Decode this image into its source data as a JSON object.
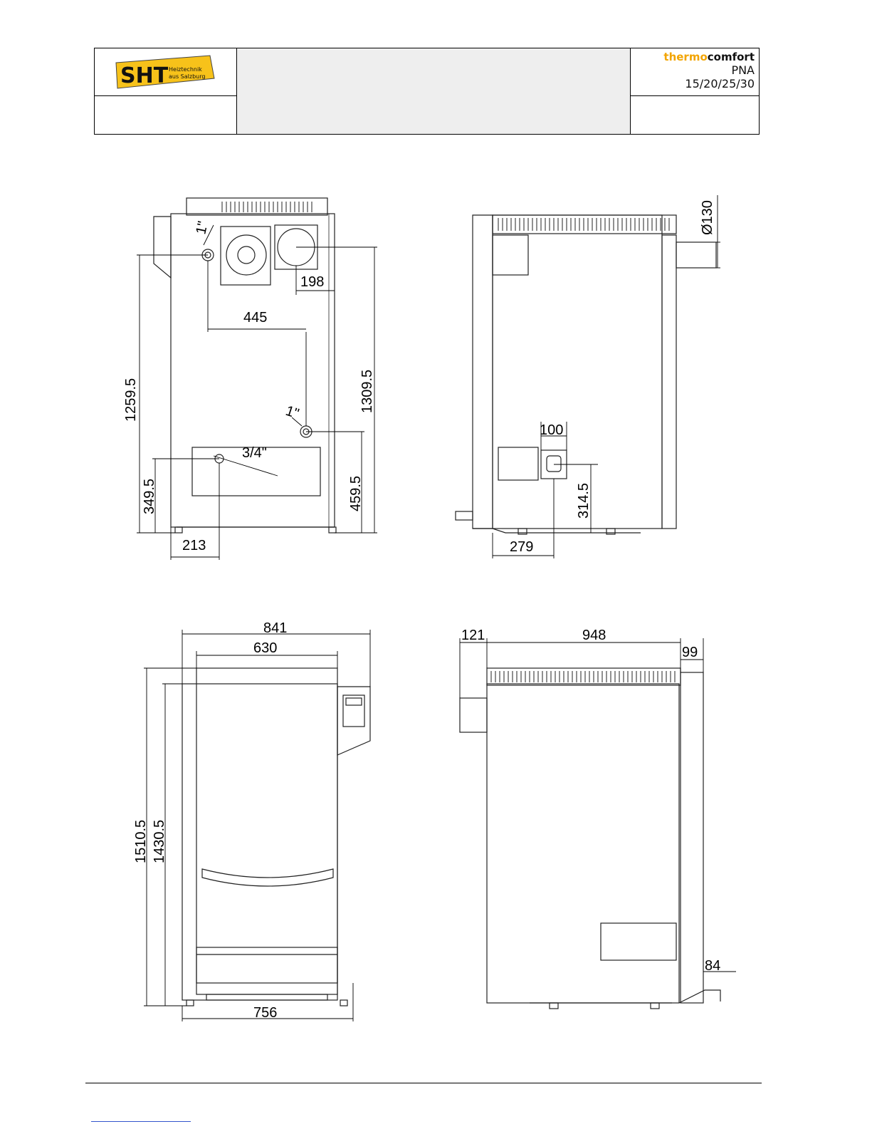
{
  "header": {
    "logo_text": "SHT",
    "logo_sub1": "Heiztechnik",
    "logo_sub2": "aus Salzburg",
    "brand_thermo": "thermo",
    "brand_comfort": "comfort",
    "model": "PNA",
    "sizes": "15/20/25/30"
  },
  "dims": {
    "d1_inch_top": "1\"",
    "d198": "198",
    "d445": "445",
    "d1259": "1259.5",
    "d1309": "1309.5",
    "d1_inch_mid": "1\"",
    "d34_inch": "3/4\"",
    "d349": "349.5",
    "d459": "459.5",
    "d213": "213",
    "d130": "Ø130",
    "d100": "100",
    "d314": "314.5",
    "d279": "279",
    "d841": "841",
    "d630": "630",
    "d1510": "1510.5",
    "d1430": "1430.5",
    "d756": "756",
    "d121": "121",
    "d948": "948",
    "d99": "99",
    "d84": "84"
  }
}
